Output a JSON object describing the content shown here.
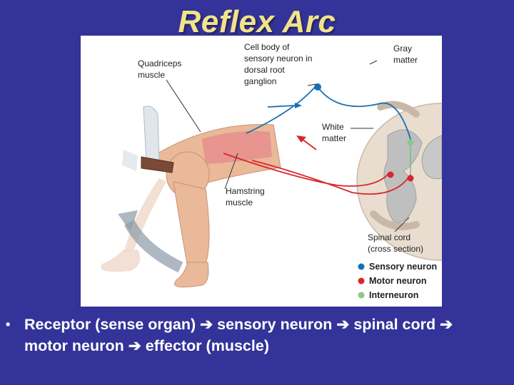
{
  "slide": {
    "title": "Reflex Arc"
  },
  "diagram": {
    "labels": {
      "quadriceps_line1": "Quadriceps",
      "quadriceps_line2": "muscle",
      "cellbody_line1": "Cell body of",
      "cellbody_line2": "sensory neuron in",
      "cellbody_line3": "dorsal root",
      "cellbody_line4": "ganglion",
      "gray_line1": "Gray",
      "gray_line2": "matter",
      "white_line1": "White",
      "white_line2": "matter",
      "hamstring_line1": "Hamstring",
      "hamstring_line2": "muscle",
      "spinal_line1": "Spinal cord",
      "spinal_line2": "(cross section)"
    },
    "legend": [
      {
        "label": "Sensory neuron",
        "color": "#1a6fb0"
      },
      {
        "label": "Motor neuron",
        "color": "#d9262b"
      },
      {
        "label": "Interneuron",
        "color": "#8cc888"
      }
    ]
  },
  "bullet": {
    "parts": [
      "Receptor (sense organ)",
      "sensory neuron",
      "spinal cord",
      "motor neuron",
      "effector (muscle)"
    ]
  }
}
